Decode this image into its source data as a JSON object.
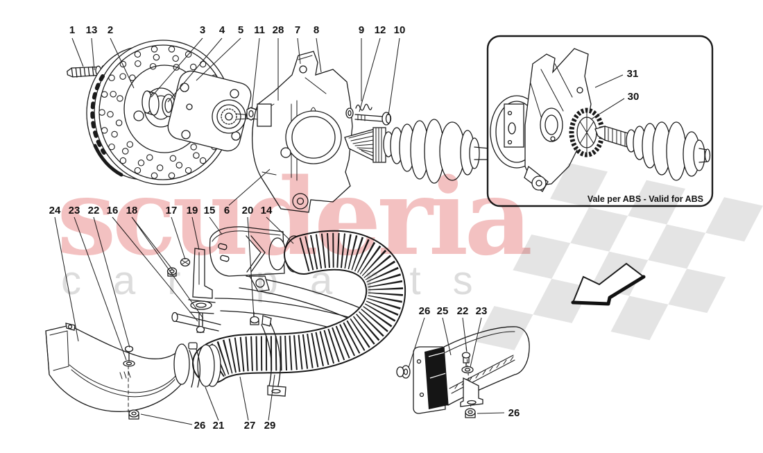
{
  "watermark": {
    "brand": "scuderia",
    "subtitle": "car parts",
    "brand_color": "#f3c1c1",
    "subtitle_color": "#dcdcdc"
  },
  "flag": {
    "checker_color": "#e4e4e4"
  },
  "inset": {
    "caption": "Vale per ABS - Valid for ABS"
  },
  "colors": {
    "line": "#1a1a1a",
    "background": "#ffffff"
  },
  "callouts": [
    "1",
    "13",
    "2",
    "3",
    "4",
    "5",
    "11",
    "28",
    "7",
    "8",
    "9",
    "12",
    "10",
    "24",
    "23",
    "22",
    "16",
    "18",
    "17",
    "19",
    "15",
    "6",
    "20",
    "14",
    "26",
    "21",
    "27",
    "29",
    "26",
    "25",
    "22",
    "23",
    "26",
    "31",
    "30"
  ]
}
